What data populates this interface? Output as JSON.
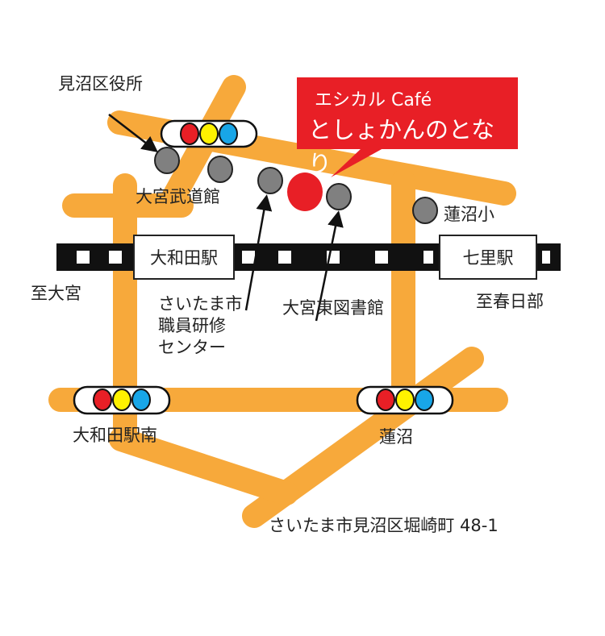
{
  "map": {
    "destination": {
      "line1": "エシカル Café",
      "line2": "としょかんのとなり"
    },
    "landmarks": {
      "ward_office": "見沼区役所",
      "budokan": "大宮武道館",
      "training_center": [
        "さいたま市",
        "職員研修",
        "センター"
      ],
      "library": "大宮東図書館",
      "school": "蓮沼小"
    },
    "stations": {
      "owada": "大和田駅",
      "nanasato": "七里駅"
    },
    "directions": {
      "west": "至大宮",
      "east": "至春日部"
    },
    "intersections": {
      "owada_south": "大和田駅南",
      "hasunuma": "蓮沼"
    },
    "address": "さいたま市見沼区堀崎町 48-1",
    "colors": {
      "road": "#F7A93B",
      "accent": "#E81F26",
      "marker": "#808080",
      "rail": "#111111"
    }
  }
}
